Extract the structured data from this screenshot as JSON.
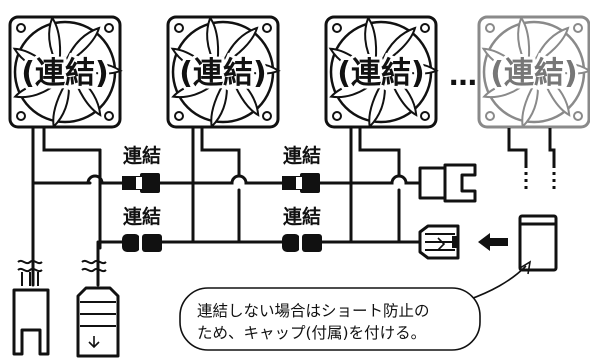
{
  "fans": [
    {
      "label": "(連結)",
      "style": "normal"
    },
    {
      "label": "(連結)",
      "style": "normal"
    },
    {
      "label": "(連結)",
      "style": "normal"
    },
    {
      "label": "(連結)",
      "style": "faded"
    }
  ],
  "ellipsis": "…",
  "connector_labels": {
    "upper_1": "連結",
    "upper_2": "連結",
    "lower_1": "連結",
    "lower_2": "連結"
  },
  "note": {
    "line1": "連結しない場合はショート防止の",
    "line2": "ため、キャップ(付属)を付ける。"
  },
  "colors": {
    "line": "#111111",
    "faded": "#888888",
    "background": "#ffffff"
  }
}
